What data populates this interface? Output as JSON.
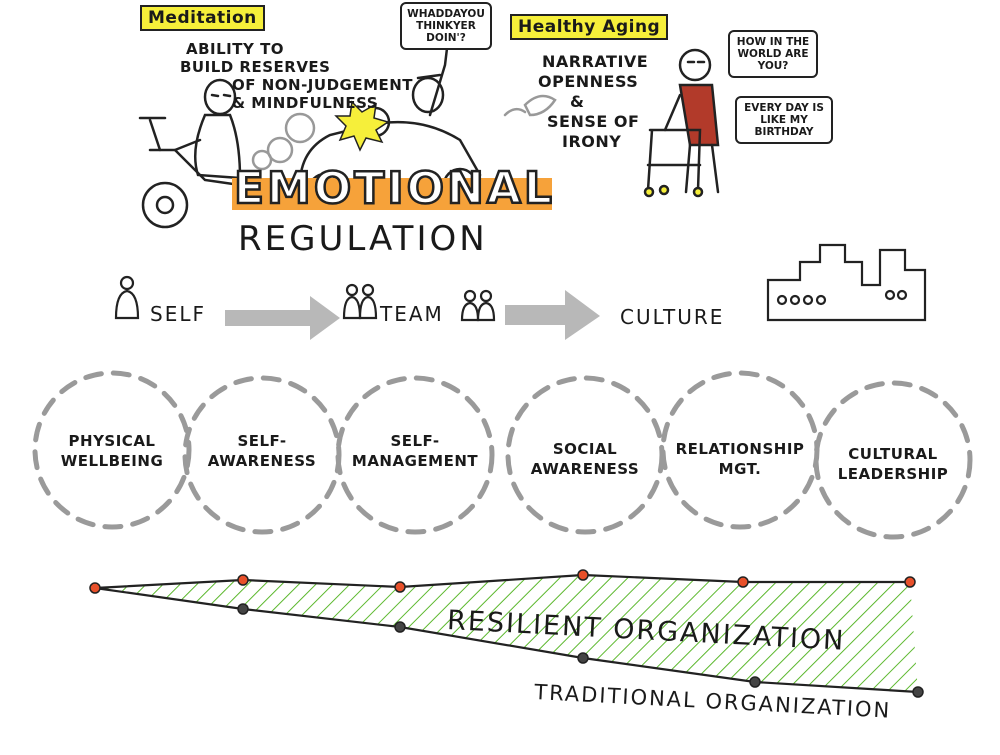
{
  "top_left": {
    "tag": "Meditation",
    "line1": "Ability to",
    "line2": "build reserves",
    "line3": "of non-judgement",
    "line4": "& mindfulness",
    "speech": "Whaddayou thinkyer doin'?"
  },
  "top_right": {
    "tag": "Healthy Aging",
    "line1": "Narrative",
    "line2": "openness",
    "line3": "&",
    "line4": "sense of",
    "line5": "irony",
    "speech1": "How in the world are you?",
    "speech2": "Every day is like my birthday"
  },
  "title": {
    "main": "EMOTIONAL",
    "sub": "REGULATION"
  },
  "flow": {
    "self": "Self",
    "team": "Team",
    "culture": "Culture"
  },
  "circles": [
    {
      "l1": "Physical",
      "l2": "Wellbeing"
    },
    {
      "l1": "Self-",
      "l2": "Awareness"
    },
    {
      "l1": "Self-",
      "l2": "Management"
    },
    {
      "l1": "Social",
      "l2": "Awareness"
    },
    {
      "l1": "Relationship",
      "l2": "MGT."
    },
    {
      "l1": "Cultural",
      "l2": "Leadership"
    }
  ],
  "bottom": {
    "resilient": "Resilient Organization",
    "traditional": "Traditional Organization"
  },
  "colors": {
    "yellow": "#f6ef3a",
    "orange": "#f6a23a",
    "green": "#5cb82e",
    "dot_orange": "#e8502a",
    "gray": "#9a9a9a"
  }
}
